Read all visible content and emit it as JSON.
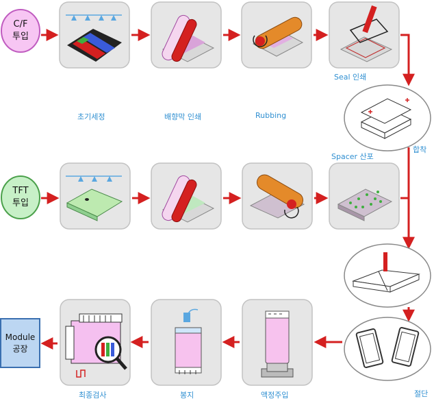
{
  "inputs": {
    "cf": {
      "line1": "C/F",
      "line2": "투입"
    },
    "tft": {
      "line1": "TFT",
      "line2": "투입"
    }
  },
  "module": {
    "line1": "Module",
    "line2": "공장"
  },
  "labels": {
    "initial_clean": "초기세정",
    "alignment_print": "배향막 인쇄",
    "rubbing": "Rubbing",
    "seal_print": "Seal 인쇄",
    "spacer": "Spacer 산포",
    "bonding": "합착",
    "cutting": "절단",
    "lc_inject": "액정주입",
    "sealing": "봉지",
    "final_inspect": "최종검사"
  },
  "colors": {
    "arrow": "#d42020",
    "box_fill": "#e6e6e6",
    "box_stroke": "#c2c2c2",
    "cf_fill": "#f7c6f3",
    "cf_stroke": "#c05cc0",
    "tft_fill": "#c7f0c7",
    "tft_stroke": "#4aa04a",
    "module_fill": "#bcd6f2",
    "module_stroke": "#3a6fb0",
    "label_blue": "#2f8fd1"
  }
}
